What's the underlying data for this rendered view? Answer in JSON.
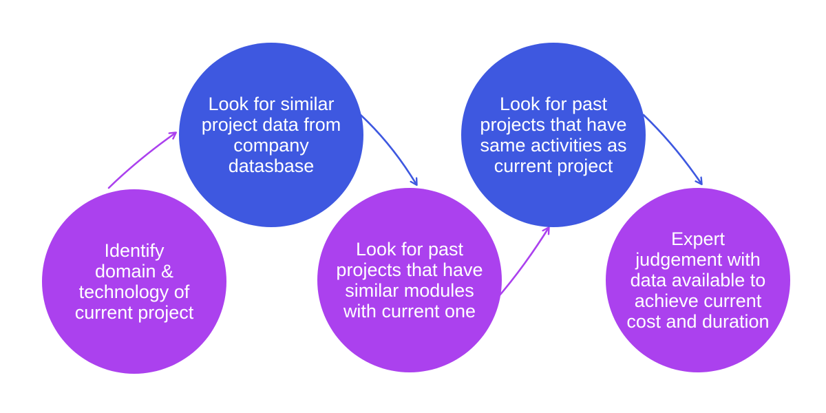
{
  "colors": {
    "purple": "#ab41ee",
    "blue": "#3e58e0"
  },
  "steps": [
    {
      "label": "Identify\ndomain &\ntechnology of\ncurrent project",
      "color": "purple"
    },
    {
      "label": "Look for similar\nproject data from\ncompany\ndatasbase",
      "color": "blue"
    },
    {
      "label": "Look for past\nprojects that have\nsimilar modules\nwith current one",
      "color": "purple"
    },
    {
      "label": "Look for past\nprojects that have\nsame activities as\ncurrent project",
      "color": "blue"
    },
    {
      "label": "Expert\njudgement with\ndata available to\nachieve current\ncost and duration",
      "color": "purple"
    }
  ]
}
